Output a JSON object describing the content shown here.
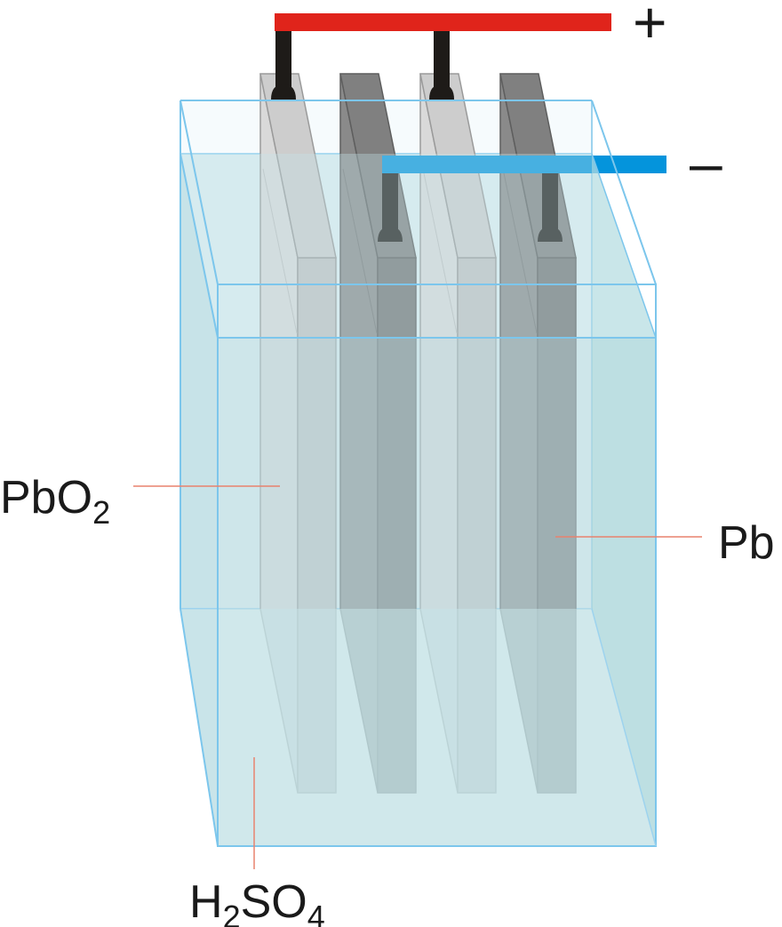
{
  "terminals": {
    "positive": {
      "sign": "+",
      "color": "#e0241b"
    },
    "negative": {
      "sign": "–",
      "color": "#0494dc"
    }
  },
  "labels": {
    "pbo2": {
      "base": "PbO",
      "sub": "2"
    },
    "pb": {
      "text": "Pb"
    },
    "h2so4": {
      "p1": "H",
      "s1": "2",
      "p2": "SO",
      "s2": "4"
    }
  },
  "colors": {
    "tank_edge": "#7cc6ec",
    "electrolyte": "#bfdfe4",
    "leader_line": "#e8826e",
    "lug": "#1e1b18",
    "positive_plate_light": "#d6d6d6",
    "positive_plate_side": "#c0c0c0",
    "negative_plate_dark": "#7d7d7d",
    "negative_plate_side": "#6e6e6e"
  }
}
